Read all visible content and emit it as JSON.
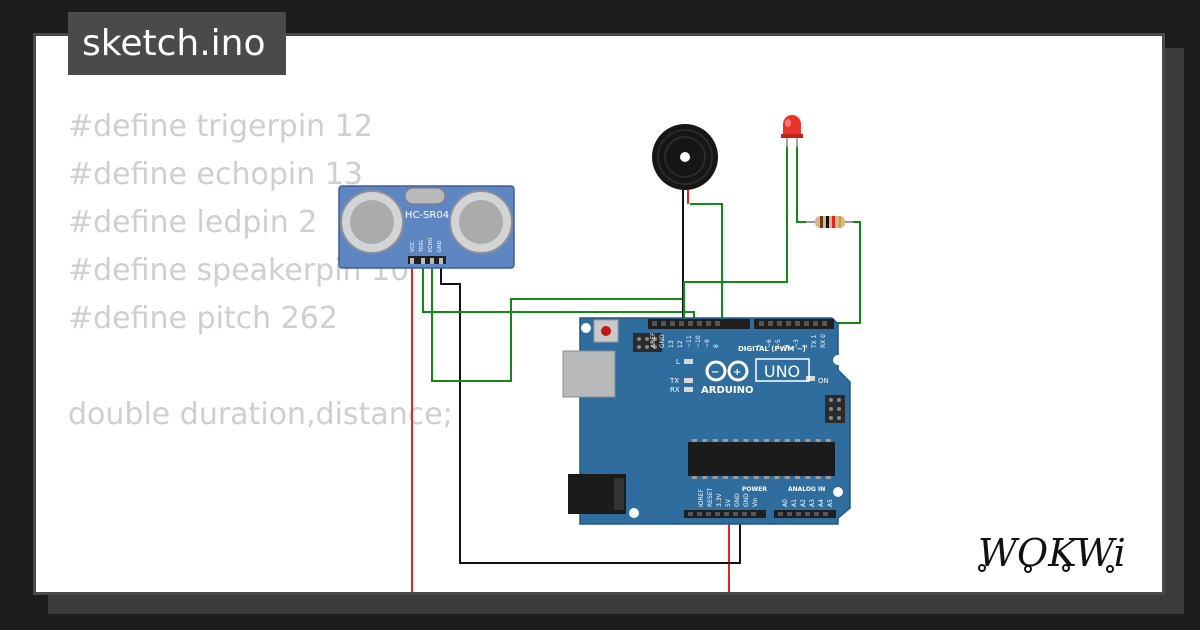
{
  "file_tab": {
    "label": "sketch.ino"
  },
  "code_lines": [
    "#define trigerpin 12",
    "#define echopin 13",
    "#define ledpin 2",
    "#define speakerpin 10",
    "#define pitch 262",
    "",
    "double duration,distance;"
  ],
  "sensor": {
    "model": "HC-SR04",
    "pins": [
      "VCC",
      "TRIG",
      "ECHO",
      "GND"
    ]
  },
  "arduino": {
    "brand": "ARDUINO",
    "model": "UNO",
    "on_label": "ON",
    "digital_label": "DIGITAL (PWM ~)",
    "power_label": "POWER",
    "analog_label": "ANALOG IN",
    "led_l": "L",
    "led_tx": "TX",
    "led_rx": "RX",
    "top_pins": [
      "AREF",
      "GND",
      "13",
      "12",
      "~11",
      "~10",
      "~9",
      "8",
      "7",
      "~6",
      "~5",
      "4",
      "~3",
      "2",
      "TX 1",
      "RX 0"
    ],
    "power_pins": [
      "IOREF",
      "RESET",
      "3.3V",
      "5V",
      "GND",
      "GND",
      "Vin"
    ],
    "analog_pins": [
      "A0",
      "A1",
      "A2",
      "A3",
      "A4",
      "A5"
    ]
  },
  "logo": {
    "text": "WOKWi"
  },
  "colors": {
    "wire_red": "#e8221c",
    "wire_green": "#138a13",
    "wire_black": "#111111",
    "board_blue": "#2f6d9e",
    "sensor_blue": "#5e86c2"
  }
}
